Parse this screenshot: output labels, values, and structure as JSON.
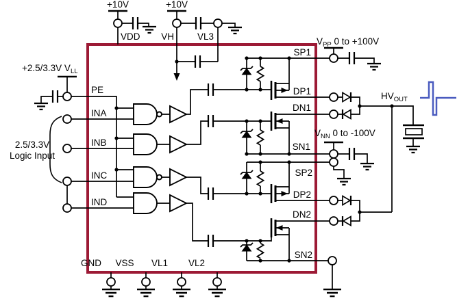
{
  "diagram": {
    "type": "high-voltage ultrasound pulser application schematic",
    "colors": {
      "background": "#ffffff",
      "wire": "#000000",
      "ic_outline": "#9C1A35",
      "waveform_blue": "#4a5bbf"
    },
    "power": {
      "vdd_supply_label": "+10V",
      "vh_supply_label": "+10V",
      "logic_supply_prefix": "+2.5/3.3V V",
      "logic_supply_sub": "LL",
      "vpp_prefix": "V",
      "vpp_sub": "PP",
      "vpp_suffix": " 0 to +100V",
      "vnn_prefix": "V",
      "vnn_sub": "NN",
      "vnn_suffix": " 0 to -100V"
    },
    "ic": {
      "top_pins": {
        "vdd": "VDD",
        "vh": "VH",
        "vl3": "VL3"
      },
      "left_pins": {
        "pe": "PE",
        "ina": "INA",
        "inb": "INB",
        "inc": "INC",
        "ind": "IND"
      },
      "right_pins": {
        "sp1": "SP1",
        "dp1": "DP1",
        "dn1": "DN1",
        "sn1": "SN1",
        "sp2": "SP2",
        "dp2": "DP2",
        "dn2": "DN2",
        "sn2": "SN2"
      },
      "bottom_pins": {
        "gnd": "GND",
        "vss": "VSS",
        "vl1": "VL1",
        "vl2": "VL2"
      }
    },
    "annotations": {
      "logic_input_line1": "2.5/3.3V",
      "logic_input_line2": "Logic Input",
      "hv_out_prefix": "HV",
      "hv_out_sub": "OUT"
    }
  }
}
